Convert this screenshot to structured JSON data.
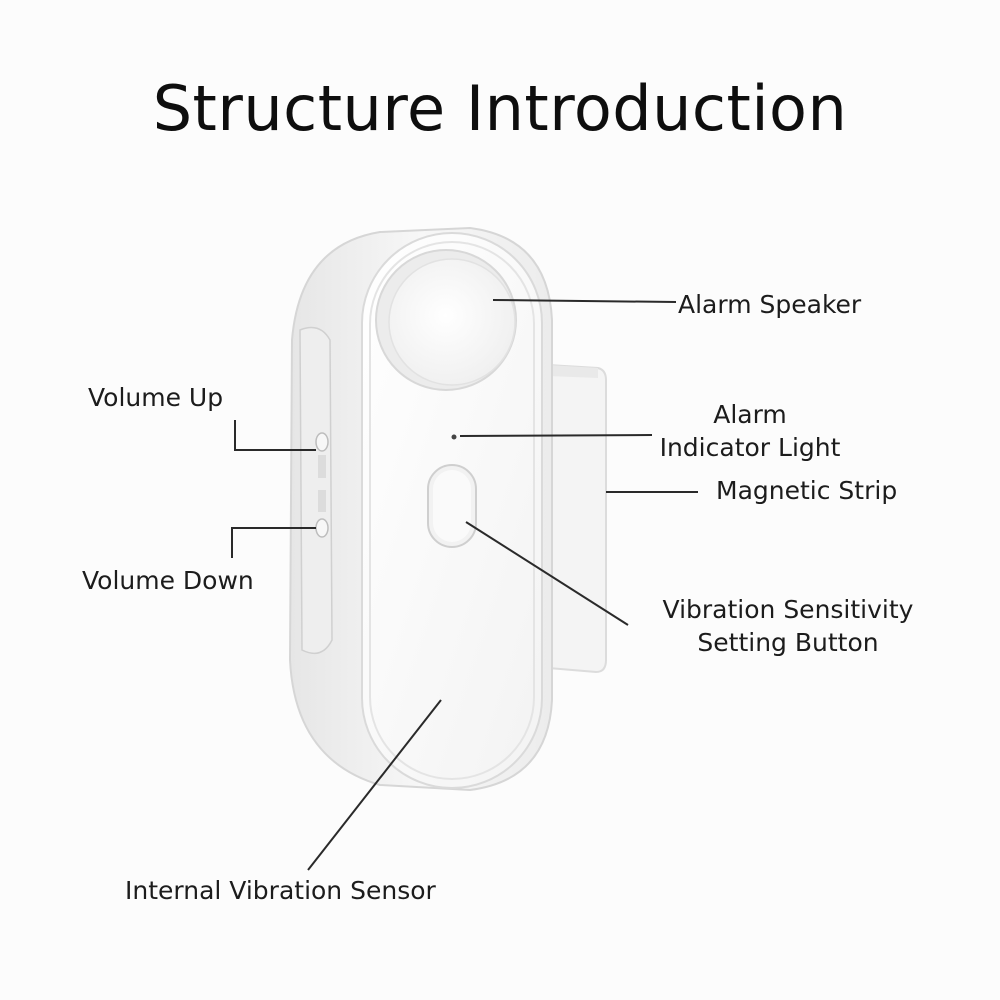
{
  "title": "Structure Introduction",
  "labels": {
    "alarm_speaker": "Alarm Speaker",
    "alarm_indicator_light_line1": "Alarm",
    "alarm_indicator_light_line2": "Indicator Light",
    "magnetic_strip": "Magnetic Strip",
    "vibration_button_line1": "Vibration Sensitivity",
    "vibration_button_line2": "Setting Button",
    "volume_up": "Volume Up",
    "volume_down": "Volume Down",
    "internal_vibration_sensor": "Internal Vibration Sensor"
  },
  "colors": {
    "background": "#fcfcfc",
    "device_body": "#ffffff",
    "device_edge": "#d8d8d8",
    "leader_line": "#2a2a2a",
    "text": "#1c1c1c"
  }
}
